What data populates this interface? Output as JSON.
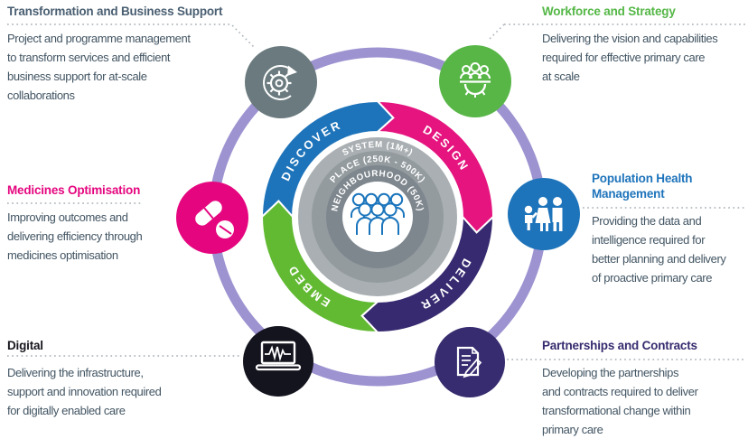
{
  "palette": {
    "outer_ring": "#9d93d1",
    "body_text": "#425563",
    "dotted_line": "#b2bac0",
    "crowd_icon_blue": "#1b75bc",
    "white": "#ffffff"
  },
  "center": {
    "crowd_icon": "people-crowd-icon",
    "rings": [
      {
        "label": "SYSTEM (1M+)",
        "color": "#a9afb2"
      },
      {
        "label": "PLACE (250K - 500K)",
        "color": "#939b9f"
      },
      {
        "label": "NEIGHBOURHOOD (50K)",
        "color": "#7e878e"
      }
    ]
  },
  "cycle": [
    {
      "label": "DISCOVER",
      "color": "#1e74ba"
    },
    {
      "label": "DESIGN",
      "color": "#e5147f"
    },
    {
      "label": "DELIVER",
      "color": "#372a70"
    },
    {
      "label": "EMBED",
      "color": "#62ba33"
    }
  ],
  "blocks": [
    {
      "id": "transformation",
      "title": "Transformation and Business Support",
      "title_color": "#4a5f72",
      "icon": "gear-refresh-icon",
      "icon_bg": "#6a7a7e",
      "lines": [
        "Project and programme management",
        "to transform services and efficient",
        "business support for at-scale",
        "collaborations"
      ]
    },
    {
      "id": "workforce",
      "title": "Workforce and Strategy",
      "title_color": "#55b747",
      "icon": "team-gear-icon",
      "icon_bg": "#58b647",
      "lines": [
        "Delivering the vision and capabilities",
        "required for effective primary care",
        "at scale"
      ]
    },
    {
      "id": "medicines",
      "title": "Medicines Optimisation",
      "title_color": "#e5067f",
      "icon": "pills-icon",
      "icon_bg": "#e5067f",
      "lines": [
        "Improving outcomes and",
        "delivering efficiency through",
        "medicines optimisation"
      ]
    },
    {
      "id": "population",
      "title": "Population Health Management",
      "title_color": "#1e74bb",
      "icon": "family-icon",
      "icon_bg": "#1e74ba",
      "lines": [
        "Providing the data and",
        "intelligence required for",
        "better planning and delivery",
        "of proactive primary care"
      ]
    },
    {
      "id": "digital",
      "title": "Digital",
      "title_color": "#17171f",
      "icon": "laptop-heartbeat-icon",
      "icon_bg": "#14141f",
      "lines": [
        "Delivering the infrastructure,",
        "support and innovation required",
        "for digitally enabled care"
      ]
    },
    {
      "id": "partnerships",
      "title": "Partnerships and Contracts",
      "title_color": "#362c6f",
      "icon": "contract-pen-icon",
      "icon_bg": "#362c6f",
      "lines": [
        "Developing the partnerships",
        "and contracts required to deliver",
        "transformational change within",
        "primary care"
      ]
    }
  ]
}
